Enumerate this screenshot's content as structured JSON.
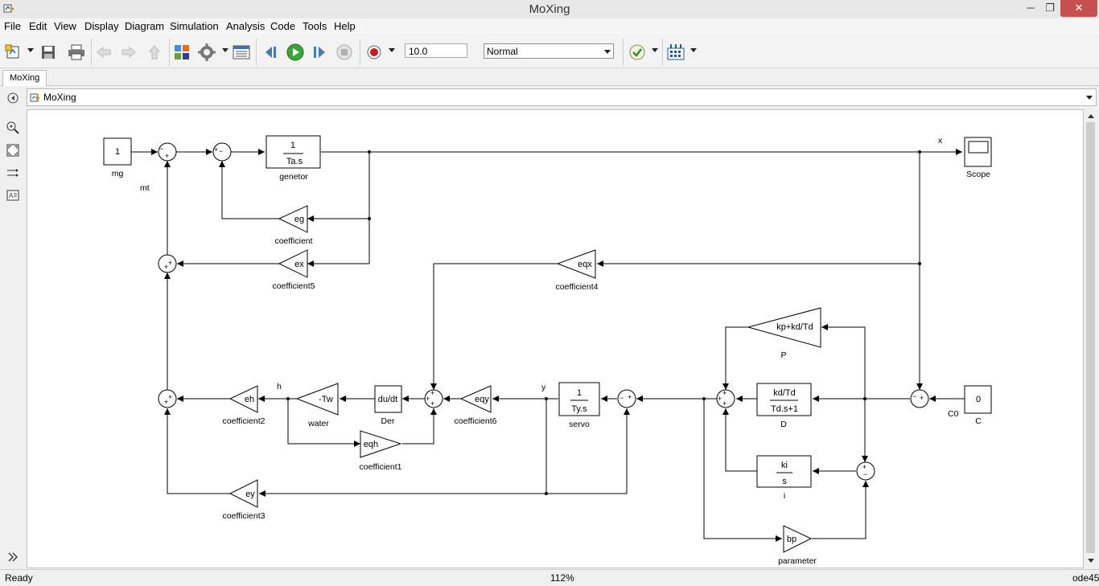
{
  "window": {
    "title": "MoXing",
    "min": "─",
    "max": "❐",
    "close": "✕"
  },
  "menu": [
    "File",
    "Edit",
    "View",
    "Display",
    "Diagram",
    "Simulation",
    "Analysis",
    "Code",
    "Tools",
    "Help"
  ],
  "toolbar": {
    "stop_time": "10.0",
    "sim_mode": "Normal"
  },
  "tabs": [
    "MoXing"
  ],
  "address": {
    "path": "MoXing"
  },
  "diagram": {
    "blocks": {
      "mg": {
        "value": "1",
        "label": "mg"
      },
      "genetor": {
        "num": "1",
        "den": "Ta.s",
        "label": "genetor"
      },
      "scope": {
        "label": "Scope"
      },
      "coefficient": {
        "gain": "eg",
        "label": "coefficient"
      },
      "coefficient5": {
        "gain": "ex",
        "label": "coefficient5"
      },
      "coefficient4": {
        "gain": "eqx",
        "label": "coefficient4"
      },
      "P": {
        "gain": "kp+kd/Td",
        "label": "P"
      },
      "D": {
        "num": "kd/Td",
        "den": "Td.s+1",
        "label": "D"
      },
      "C": {
        "value": "0",
        "label": "C"
      },
      "servo": {
        "num": "1",
        "den": "Ty.s",
        "label": "servo"
      },
      "coefficient6": {
        "gain": "eqy",
        "label": "coefficient6"
      },
      "Der": {
        "text": "du/dt",
        "label": "Der"
      },
      "water": {
        "gain": "-Tw",
        "label": "water"
      },
      "coefficient2": {
        "gain": "eh",
        "label": "coefficient2"
      },
      "coefficient1": {
        "gain": "eqh",
        "label": "coefficient1"
      },
      "coefficient3": {
        "gain": "ey",
        "label": "coefficient3"
      },
      "i": {
        "num": "ki",
        "den": "s",
        "label": "i"
      },
      "parameter": {
        "gain": "bp",
        "label": "parameter"
      }
    },
    "signals": {
      "mt": "mt",
      "x": "x",
      "h": "h",
      "y": "y",
      "c0": "C0"
    }
  },
  "status": {
    "left": "Ready",
    "zoom": "112%",
    "solver": "ode45"
  }
}
